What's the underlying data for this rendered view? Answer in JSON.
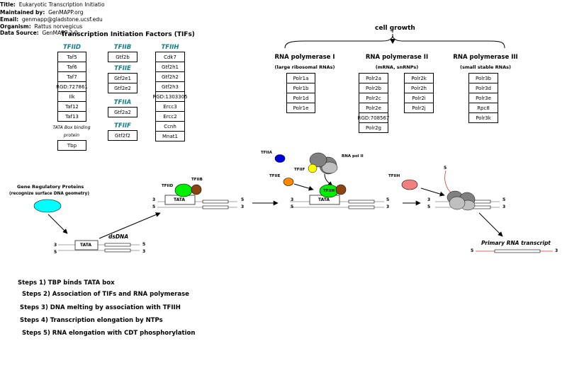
{
  "header": {
    "title_label": "Title:",
    "title_value": "Eukaryotic Transcription Initiatio",
    "maintained_label": "Maintained by:",
    "maintained_value": "GenMAPP.org",
    "email_label": "Email:",
    "email_value": "genmapp@gladstone.ucsf.edu",
    "organism_label": "Organism:",
    "organism_value": "Rattus norvegicus",
    "source_label": "Data Source:",
    "source_value": "GenMAPP 2.0"
  },
  "tifs": {
    "heading": "Transcription Initiation Factors (TIFs)",
    "tfiid": {
      "label": "TFIID",
      "genes": [
        "Taf5",
        "Taf6",
        "Taf7",
        "RGD:727861",
        "Ilk",
        "Taf12",
        "Taf13"
      ]
    },
    "tata_note_1": "TATA Box binding",
    "tata_note_2": "protein",
    "tbp": "Tbp",
    "tfiib": {
      "label": "TFIIB",
      "genes": [
        "Gtf2b"
      ]
    },
    "tfiie": {
      "label": "TFIIE",
      "genes": [
        "Gtf2e1",
        "Gtf2e2"
      ]
    },
    "tfiia": {
      "label": "TFIIA",
      "genes": [
        "Gtf2a2"
      ]
    },
    "tfiif": {
      "label": "TFIIF",
      "genes": [
        "Gtf2f2"
      ]
    },
    "tfiih": {
      "label": "TFIIH",
      "genes": [
        "Cdk7",
        "Gtf2h1",
        "Gtf2h2",
        "Gtf2h3",
        "RGD:1303305",
        "Ercc3",
        "Ercc2",
        "Ccnh",
        "Mnat1"
      ]
    }
  },
  "growth": {
    "label": "cell growth"
  },
  "pol1": {
    "title": "RNA polymerase I",
    "sub": "(large ribosomal RNAs)",
    "genes": [
      "Polr1a",
      "Polr1b",
      "Polr1d",
      "Polr1e"
    ]
  },
  "pol2": {
    "title": "RNA polymerase II",
    "sub": "(mRNA, snRNPs)",
    "genes_left": [
      "Polr2a",
      "Polr2b",
      "Polr2c",
      "Polr2e",
      "RGD:708567",
      "Polr2g"
    ],
    "genes_right": [
      "Polr2k",
      "Polr2h",
      "Polr2i",
      "Polr2j"
    ]
  },
  "pol3": {
    "title": "RNA polymerase III",
    "sub": "(small stable RNAs)",
    "genes": [
      "Polr3b",
      "Polr3d",
      "Polr3e",
      "Rpc8",
      "Polr3k"
    ]
  },
  "diagram": {
    "grp_title": "Gene Regulatory Proteins",
    "grp_sub": "(recognize surface DNA geometry)",
    "dsdna": "dsDNA",
    "tata": "TATA",
    "end3": "3",
    "end5": "5",
    "tfiid": "TFIID",
    "tfiib": "TFIIB",
    "tfiia": "TFIIA",
    "tfiif": "TFIIF",
    "tfiie": "TFIIE",
    "tfiih": "TFIIH",
    "tfiih_partial": "TFIIH",
    "rnapol": "RNA pol II",
    "transcript": "Primary RNA transcript",
    "colors": {
      "cyan": "#00ffff",
      "tfiid_green": "#00ee00",
      "tfiib_brown": "#8b4513",
      "tfiia_blue": "#0000dd",
      "tfiif_yellow": "#ffff00",
      "tfiie_orange": "#ff8800",
      "tfiih_salmon": "#f08080",
      "pol_gray": "#808080"
    }
  },
  "steps": [
    "Steps 1) TBP binds TATA box",
    "Steps 2) Association of TIFs and RNA polymerase",
    "Steps 3) DNA melting by association with TFIIH",
    "Steps 4) Transcription elongation by NTPs",
    "Steps 5) RNA elongation with CDT phosphorylation"
  ]
}
